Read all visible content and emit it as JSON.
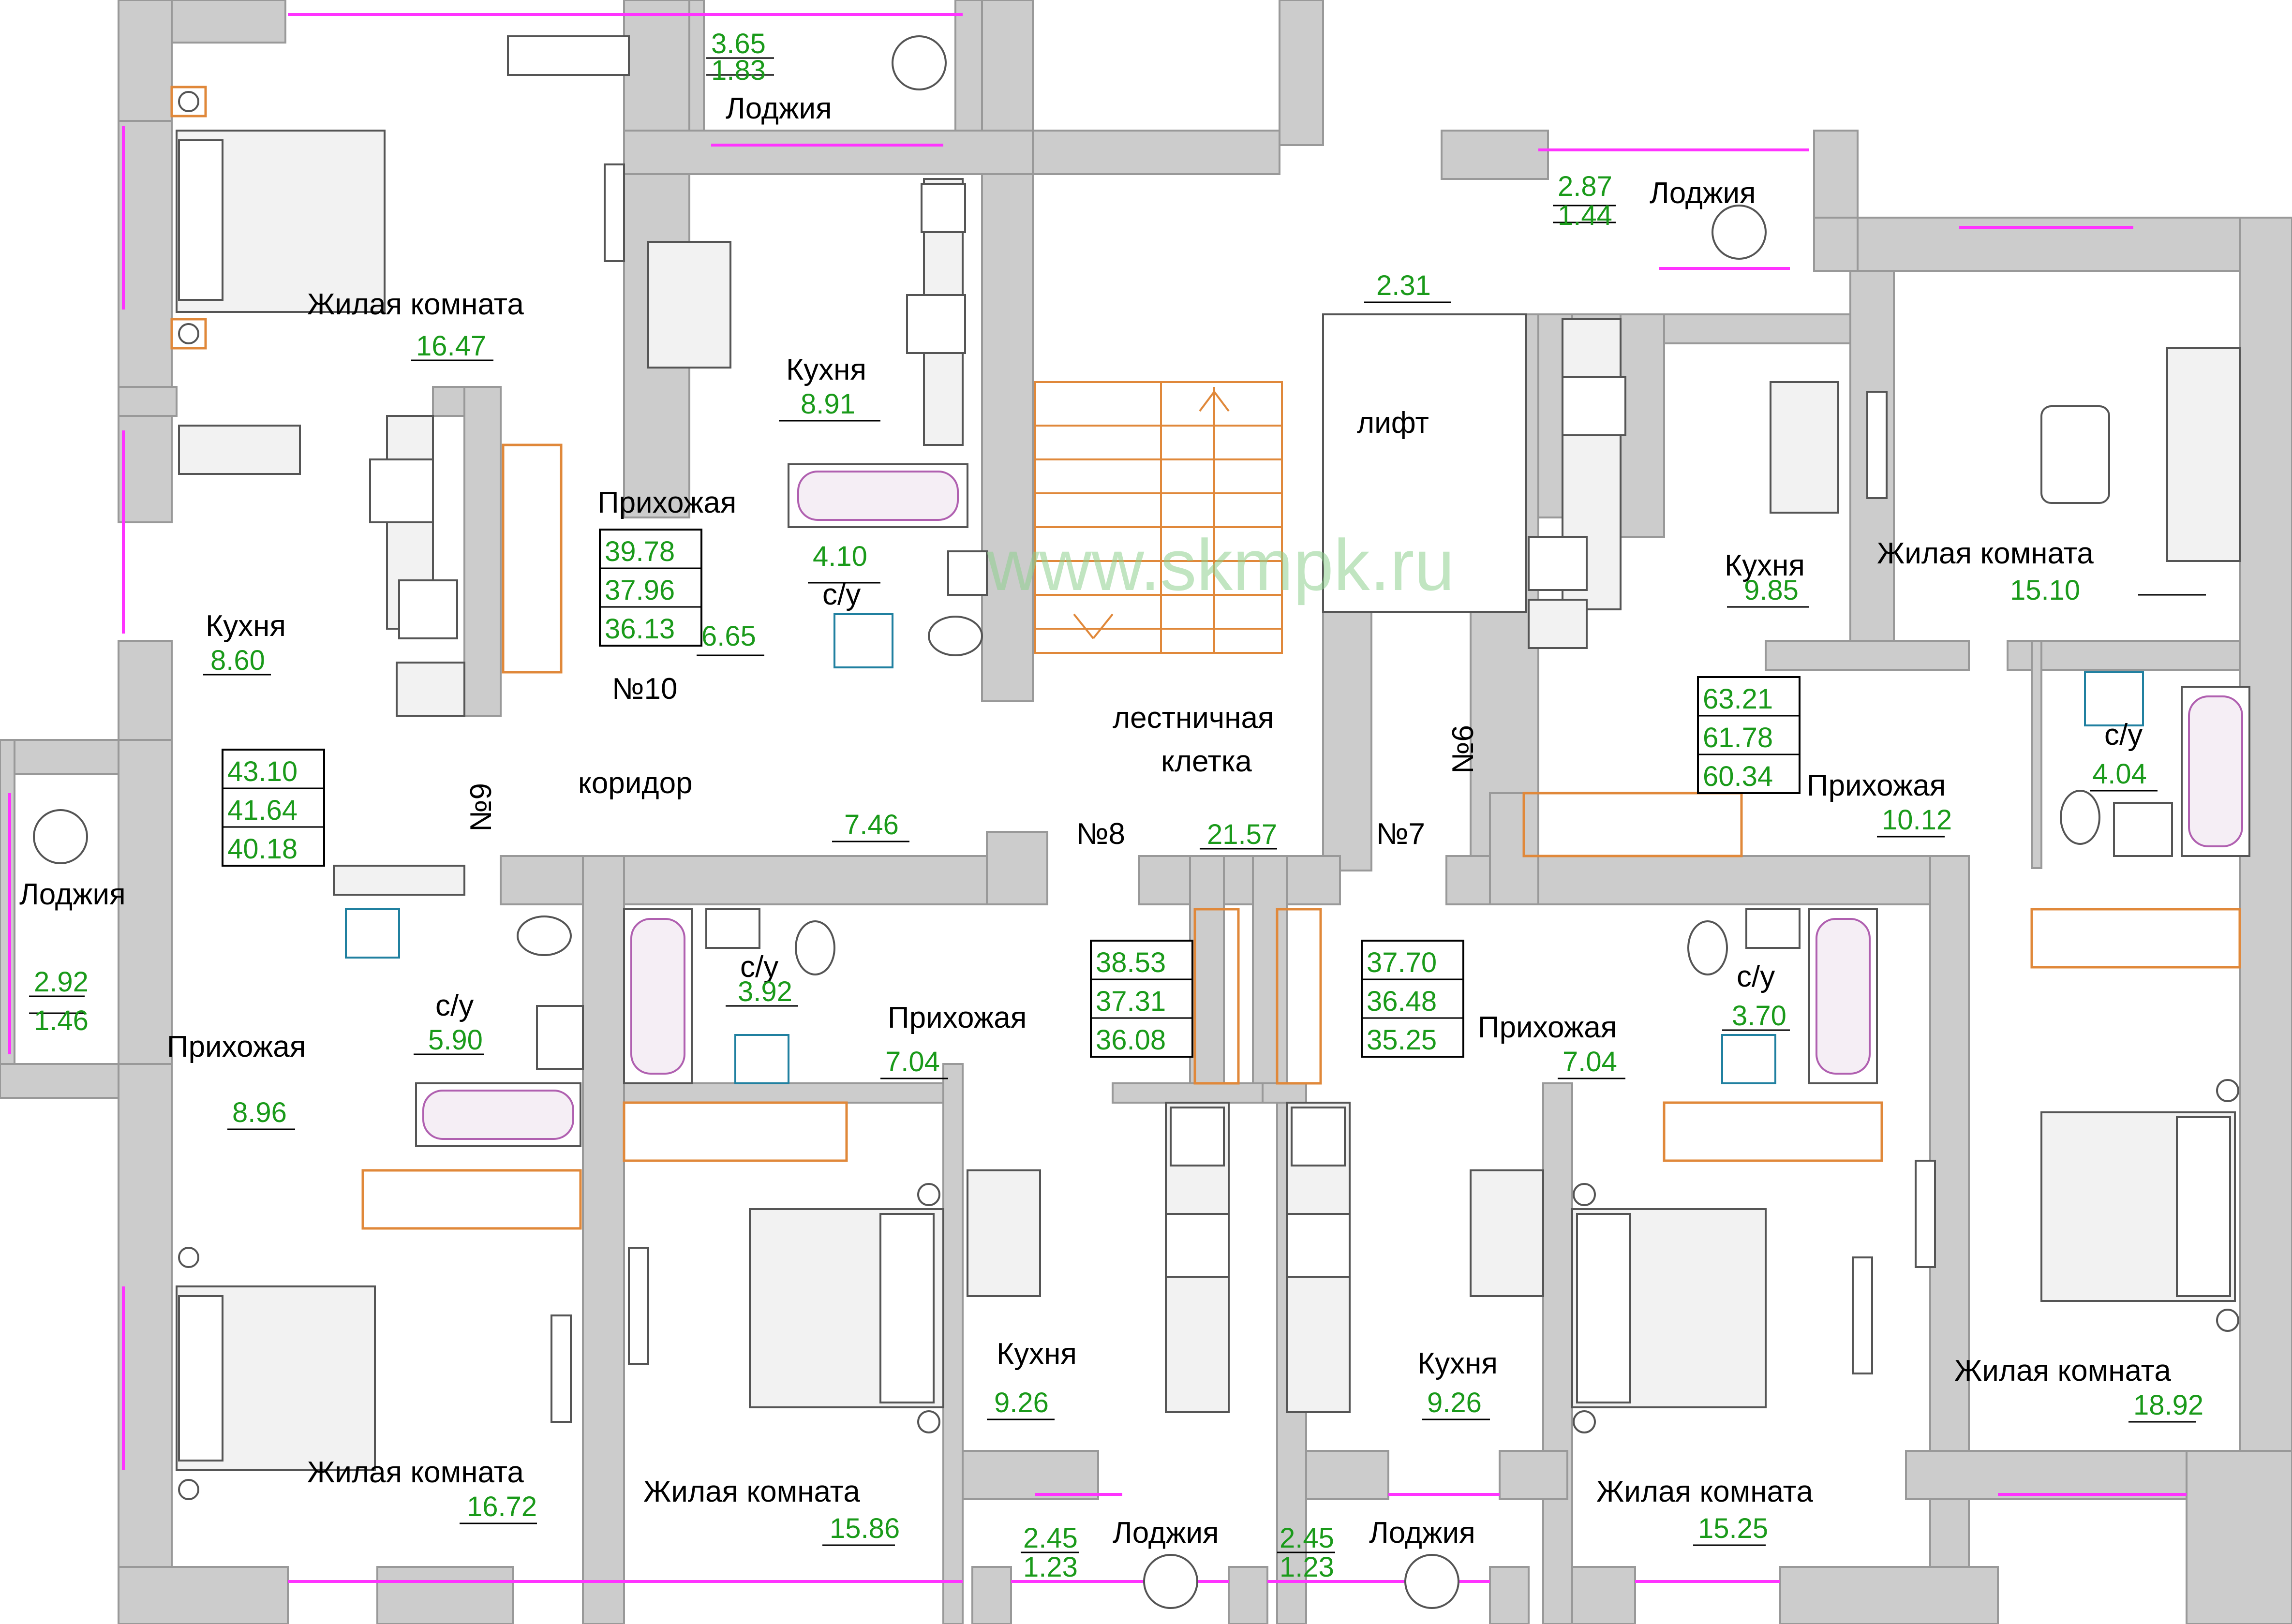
{
  "watermark": "www.skmpk.ru",
  "rooms": [
    {
      "id": "r1",
      "name": "Жилая комната",
      "area": "16.47"
    },
    {
      "id": "r2",
      "name": "Лоджия",
      "area_top": "3.65",
      "area_bottom": "1.83"
    },
    {
      "id": "r3",
      "name": "Кухня",
      "area": "8.91"
    },
    {
      "id": "r4",
      "name": "Кухня",
      "area": "8.60"
    },
    {
      "id": "r5",
      "name": "Прихожая",
      "area": ""
    },
    {
      "id": "r6",
      "name": "с/у",
      "area": "4.10"
    },
    {
      "id": "r7",
      "name": "",
      "area": "6.65"
    },
    {
      "id": "r8",
      "name": "Лоджия",
      "area_top": "2.87",
      "area_bottom": "1.44"
    },
    {
      "id": "r9",
      "name": "",
      "area": "2.31"
    },
    {
      "id": "r10",
      "name": "лифт",
      "area": ""
    },
    {
      "id": "r11",
      "name": "Кухня",
      "area": "9.85"
    },
    {
      "id": "r12",
      "name": "Жилая комната",
      "area": "15.10"
    },
    {
      "id": "r13",
      "name": "Прихожая",
      "area": "10.12"
    },
    {
      "id": "r14",
      "name": "с/у",
      "area": "4.04"
    },
    {
      "id": "r15",
      "name": "лестничная клетка",
      "line1": "лестничная",
      "line2": "клетка",
      "area": "21.57"
    },
    {
      "id": "r16",
      "name": "коридор",
      "area": "7.46"
    },
    {
      "id": "r17",
      "name": "Лоджия",
      "area_top": "2.92",
      "area_bottom": "1.46"
    },
    {
      "id": "r18",
      "name": "с/у",
      "area": "5.90"
    },
    {
      "id": "r19",
      "name": "Прихожая",
      "area": "8.96"
    },
    {
      "id": "r20",
      "name": "с/у",
      "area": "3.92"
    },
    {
      "id": "r21",
      "name": "Прихожая",
      "area": "7.04"
    },
    {
      "id": "r22",
      "name": "Прихожая",
      "area": "7.04"
    },
    {
      "id": "r23",
      "name": "с/у",
      "area": "3.70"
    },
    {
      "id": "r24",
      "name": "Кухня",
      "area": "9.26"
    },
    {
      "id": "r25",
      "name": "Кухня",
      "area": "9.26"
    },
    {
      "id": "r26",
      "name": "Жилая комната",
      "area": "18.92"
    },
    {
      "id": "r27",
      "name": "Жилая комната",
      "area": "16.72"
    },
    {
      "id": "r28",
      "name": "Жилая комната",
      "area": "15.86"
    },
    {
      "id": "r29",
      "name": "Жилая комната",
      "area": "15.25"
    },
    {
      "id": "r30",
      "name": "Лоджия",
      "area_top": "2.45",
      "area_bottom": "1.23"
    },
    {
      "id": "r31",
      "name": "Лоджия",
      "area_top": "2.45",
      "area_bottom": "1.23"
    }
  ],
  "apartments": [
    {
      "number": "№10",
      "areas": [
        "39.78",
        "37.96",
        "36.13"
      ]
    },
    {
      "number": "№9",
      "areas": [
        "43.10",
        "41.64",
        "40.18"
      ]
    },
    {
      "number": "№6",
      "areas": [
        "63.21",
        "61.78",
        "60.34"
      ]
    },
    {
      "number": "№8",
      "areas": [
        "38.53",
        "37.31",
        "36.08"
      ]
    },
    {
      "number": "№7",
      "areas": [
        "37.70",
        "36.48",
        "35.25"
      ]
    }
  ],
  "colors": {
    "wall": "#cccccc",
    "window": "#ff33ff",
    "area_text": "#1a9a1a",
    "stairs": "#e0883a",
    "watermark": "#8fd08f"
  }
}
